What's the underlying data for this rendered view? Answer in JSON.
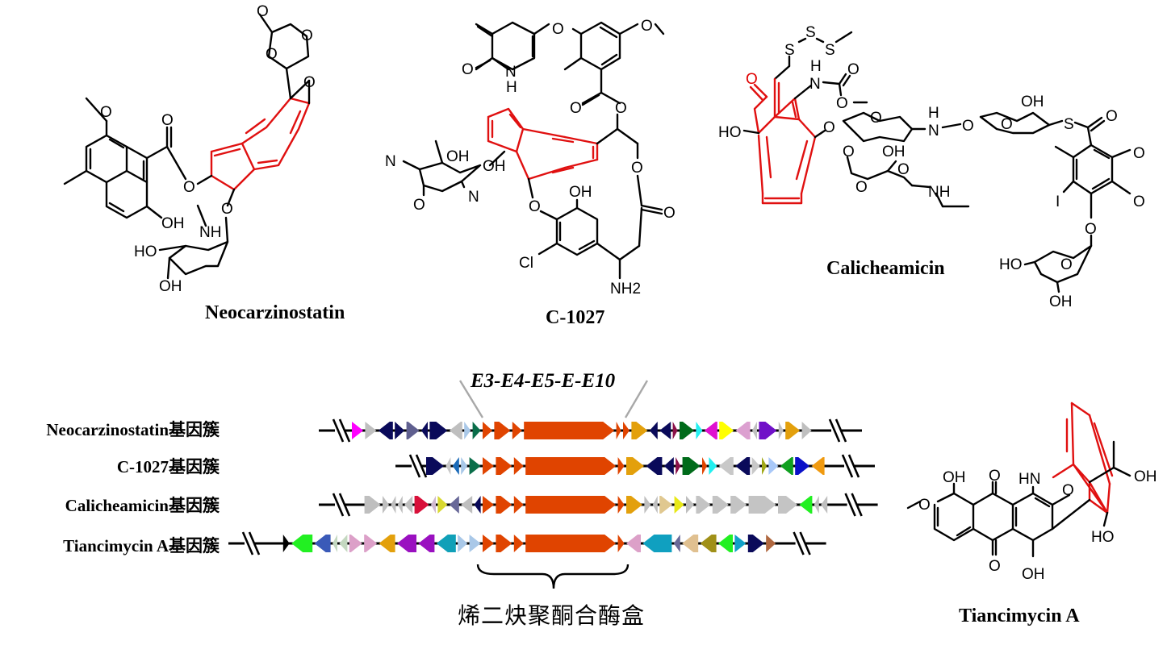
{
  "compounds": [
    {
      "id": "neocarzinostatin",
      "name": "Neocarzinostatin",
      "atom_labels": [
        "O",
        "O",
        "O",
        "O",
        "O",
        "O",
        "O",
        "OH",
        "NH",
        "HO",
        "O",
        "OH"
      ]
    },
    {
      "id": "c1027",
      "name": "C-1027",
      "atom_labels": [
        "O",
        "O",
        "N",
        "H",
        "O",
        "O",
        "N",
        "O",
        "OH",
        "OH",
        "O",
        "OH",
        "O",
        "O",
        "Cl",
        "NH2"
      ]
    },
    {
      "id": "calicheamicin",
      "name": "Calicheamicin",
      "atom_labels": [
        "S",
        "S",
        "S",
        "H",
        "N",
        "O",
        "O",
        "O",
        "HO",
        "O",
        "O",
        "O",
        "O",
        "OH",
        "H",
        "N",
        "O",
        "O",
        "OH",
        "S",
        "O",
        "O",
        "O",
        "NH",
        "I",
        "O",
        "O",
        "HO",
        "O",
        "OH"
      ]
    },
    {
      "id": "tiancimycin",
      "name": "Tiancimycin A",
      "atom_labels": [
        "OH",
        "O",
        "HN",
        "O",
        "OH",
        "O",
        "HO",
        "O",
        "OH"
      ]
    }
  ],
  "highlight_color": "#e01010",
  "gene_clusters": {
    "core_title": "E3-E4-E5-E-E10",
    "cassette_label": "烯二炔聚酮合酶盒",
    "tracks": [
      {
        "label": "Neocarzinostatin基因簇",
        "genes": [
          {
            "dir": "+",
            "len": 14,
            "color": "#ff00ff"
          },
          {
            "dir": "+",
            "len": 14,
            "color": "#bfbfbf"
          },
          {
            "dir": "-",
            "len": 18,
            "color": "#0a0a5a"
          },
          {
            "dir": "+",
            "len": 12,
            "color": "#0a0a5a"
          },
          {
            "dir": "+",
            "len": 16,
            "color": "#5f5f8f"
          },
          {
            "dir": "-",
            "len": 8,
            "color": "#0a0a5a"
          },
          {
            "dir": "+",
            "len": 22,
            "color": "#0a0a5a"
          },
          {
            "dir": "-",
            "len": 16,
            "color": "#bfbfbf"
          },
          {
            "dir": "+",
            "len": 8,
            "color": "#a9c8e8"
          },
          {
            "dir": "+",
            "len": 10,
            "color": "#0a6e4a"
          },
          {
            "dir": "+",
            "len": 12,
            "color": "#e04400",
            "core": true
          },
          {
            "dir": "+",
            "len": 20,
            "color": "#e04400",
            "core": true
          },
          {
            "dir": "+",
            "len": 12,
            "color": "#e04400",
            "core": true
          },
          {
            "dir": "+",
            "len": 112,
            "color": "#e04400",
            "core": true
          },
          {
            "dir": "+",
            "len": 6,
            "color": "#e04400",
            "core": true
          },
          {
            "dir": "+",
            "len": 8,
            "color": "#e04400",
            "core": true
          },
          {
            "dir": "+",
            "len": 20,
            "color": "#e3a00c"
          },
          {
            "dir": "-",
            "len": 10,
            "color": "#0a0a5a"
          },
          {
            "dir": "-",
            "len": 14,
            "color": "#0a0a5a"
          },
          {
            "dir": "+",
            "len": 6,
            "color": "#8b1048"
          },
          {
            "dir": "+",
            "len": 18,
            "color": "#006b1a"
          },
          {
            "dir": "+",
            "len": 8,
            "color": "#22f0f0"
          },
          {
            "dir": "-",
            "len": 16,
            "color": "#e010d0"
          },
          {
            "dir": "+",
            "len": 18,
            "color": "#ffff00"
          },
          {
            "dir": "-",
            "len": 18,
            "color": "#dca0d0"
          },
          {
            "dir": "-",
            "len": 6,
            "color": "#bfbfbf"
          },
          {
            "dir": "+",
            "len": 22,
            "color": "#7010c8"
          },
          {
            "dir": "+",
            "len": 6,
            "color": "#bfbfbf"
          },
          {
            "dir": "+",
            "len": 18,
            "color": "#e3a00c"
          },
          {
            "dir": "+",
            "len": 12,
            "color": "#bfbfbf"
          }
        ]
      },
      {
        "label": "C-1027基因簇",
        "genes": [
          {
            "dir": "+",
            "len": 22,
            "color": "#0a0a5a"
          },
          {
            "dir": "-",
            "len": 6,
            "color": "#c8c8c8"
          },
          {
            "dir": "-",
            "len": 8,
            "color": "#1a6ab8"
          },
          {
            "dir": "+",
            "len": 8,
            "color": "#a9c8e8"
          },
          {
            "dir": "+",
            "len": 14,
            "color": "#0a6e4a"
          },
          {
            "dir": "+",
            "len": 14,
            "color": "#e04400",
            "core": true
          },
          {
            "dir": "+",
            "len": 20,
            "color": "#e04400",
            "core": true
          },
          {
            "dir": "+",
            "len": 12,
            "color": "#e04400",
            "core": true
          },
          {
            "dir": "+",
            "len": 112,
            "color": "#e04400",
            "core": true
          },
          {
            "dir": "+",
            "len": 8,
            "color": "#e04400",
            "core": true
          },
          {
            "dir": "+",
            "len": 22,
            "color": "#e3a00c"
          },
          {
            "dir": "-",
            "len": 20,
            "color": "#0a0a5a"
          },
          {
            "dir": "-",
            "len": 12,
            "color": "#0a0a5a"
          },
          {
            "dir": "+",
            "len": 6,
            "color": "#8b1048"
          },
          {
            "dir": "+",
            "len": 22,
            "color": "#006b1a"
          },
          {
            "dir": "+",
            "len": 6,
            "color": "#e04400"
          },
          {
            "dir": "+",
            "len": 10,
            "color": "#22f0f0"
          },
          {
            "dir": "-",
            "len": 18,
            "color": "#c8c8c8"
          },
          {
            "dir": "-",
            "len": 18,
            "color": "#0a0a5a"
          },
          {
            "dir": "+",
            "len": 10,
            "color": "#c8c8c8"
          },
          {
            "dir": "+",
            "len": 6,
            "color": "#a0a818"
          },
          {
            "dir": "+",
            "len": 12,
            "color": "#a9c8f8"
          },
          {
            "dir": "-",
            "len": 16,
            "color": "#10a020"
          },
          {
            "dir": "+",
            "len": 18,
            "color": "#0a10c8"
          },
          {
            "dir": "-",
            "len": 16,
            "color": "#f09a10"
          }
        ]
      },
      {
        "label": "Calicheamicin基因簇",
        "genes": [
          {
            "dir": "+",
            "len": 20,
            "color": "#bfbfbf"
          },
          {
            "dir": "+",
            "len": 8,
            "color": "#bfbfbf"
          },
          {
            "dir": "-",
            "len": 6,
            "color": "#bfbfbf"
          },
          {
            "dir": "-",
            "len": 6,
            "color": "#bfbfbf"
          },
          {
            "dir": "-",
            "len": 10,
            "color": "#bfbfbf"
          },
          {
            "dir": "+",
            "len": 18,
            "color": "#d8103a"
          },
          {
            "dir": "-",
            "len": 6,
            "color": "#d0b8d0"
          },
          {
            "dir": "+",
            "len": 12,
            "color": "#d8d830"
          },
          {
            "dir": "-",
            "len": 12,
            "color": "#686898"
          },
          {
            "dir": "-",
            "len": 14,
            "color": "#bfbfbf"
          },
          {
            "dir": "-",
            "len": 8,
            "color": "#0a0a5a"
          },
          {
            "dir": "+",
            "len": 14,
            "color": "#e04400",
            "core": true
          },
          {
            "dir": "+",
            "len": 20,
            "color": "#e04400",
            "core": true
          },
          {
            "dir": "+",
            "len": 12,
            "color": "#e04400",
            "core": true
          },
          {
            "dir": "+",
            "len": 112,
            "color": "#e04400",
            "core": true
          },
          {
            "dir": "+",
            "len": 8,
            "color": "#e04400",
            "core": true
          },
          {
            "dir": "+",
            "len": 20,
            "color": "#e3a00c"
          },
          {
            "dir": "+",
            "len": 8,
            "color": "#bfbfbf"
          },
          {
            "dir": "-",
            "len": 6,
            "color": "#bfbfbf"
          },
          {
            "dir": "+",
            "len": 16,
            "color": "#e0c890"
          },
          {
            "dir": "+",
            "len": 12,
            "color": "#e8e818"
          },
          {
            "dir": "+",
            "len": 10,
            "color": "#bfbfbf"
          },
          {
            "dir": "+",
            "len": 18,
            "color": "#c4c4c4"
          },
          {
            "dir": "+",
            "len": 20,
            "color": "#c4c4c4"
          },
          {
            "dir": "+",
            "len": 20,
            "color": "#c4c4c4"
          },
          {
            "dir": "+",
            "len": 34,
            "color": "#c4c4c4"
          },
          {
            "dir": "+",
            "len": 24,
            "color": "#c4c4c4"
          },
          {
            "dir": "-",
            "len": 16,
            "color": "#22f022"
          },
          {
            "dir": "-",
            "len": 6,
            "color": "#bfbfbf"
          },
          {
            "dir": "-",
            "len": 8,
            "color": "#bfbfbf"
          }
        ]
      },
      {
        "label": "Tiancimycin A基因簇",
        "genes": [
          {
            "dir": "+",
            "len": 8,
            "color": "#000000"
          },
          {
            "dir": "-",
            "len": 26,
            "color": "#22f022"
          },
          {
            "dir": "-",
            "len": 20,
            "color": "#3a5ab8"
          },
          {
            "dir": "-",
            "len": 6,
            "color": "#c4d8c0"
          },
          {
            "dir": "-",
            "len": 10,
            "color": "#c4d8c0"
          },
          {
            "dir": "+",
            "len": 16,
            "color": "#dca0c8"
          },
          {
            "dir": "+",
            "len": 16,
            "color": "#dca0c8"
          },
          {
            "dir": "-",
            "len": 20,
            "color": "#e3a00c"
          },
          {
            "dir": "-",
            "len": 24,
            "color": "#9a10c0"
          },
          {
            "dir": "-",
            "len": 20,
            "color": "#9a10c0"
          },
          {
            "dir": "-",
            "len": 24,
            "color": "#10a0b8"
          },
          {
            "dir": "+",
            "len": 12,
            "color": "#a9c8e8"
          },
          {
            "dir": "+",
            "len": 14,
            "color": "#a9c8e8"
          },
          {
            "dir": "+",
            "len": 14,
            "color": "#e04400",
            "core": true
          },
          {
            "dir": "+",
            "len": 20,
            "color": "#e04400",
            "core": true
          },
          {
            "dir": "+",
            "len": 12,
            "color": "#e04400",
            "core": true
          },
          {
            "dir": "+",
            "len": 112,
            "color": "#e04400",
            "core": true
          },
          {
            "dir": "+",
            "len": 8,
            "color": "#e04400",
            "core": true
          },
          {
            "dir": "-",
            "len": 18,
            "color": "#dca0c8"
          },
          {
            "dir": "-",
            "len": 36,
            "color": "#10a0c0"
          },
          {
            "dir": "-",
            "len": 8,
            "color": "#686898"
          },
          {
            "dir": "-",
            "len": 20,
            "color": "#e0c090"
          },
          {
            "dir": "-",
            "len": 20,
            "color": "#a09018"
          },
          {
            "dir": "-",
            "len": 18,
            "color": "#22f022"
          },
          {
            "dir": "+",
            "len": 14,
            "color": "#10a0c8"
          },
          {
            "dir": "+",
            "len": 20,
            "color": "#0a0a5a"
          },
          {
            "dir": "+",
            "len": 12,
            "color": "#b06840"
          }
        ]
      }
    ]
  }
}
